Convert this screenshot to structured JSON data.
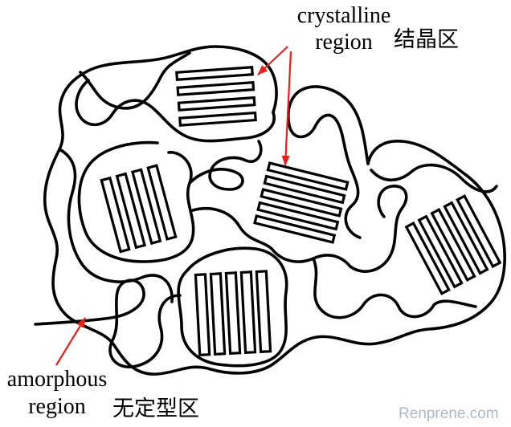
{
  "labels": {
    "crystalline": {
      "line1": "crystalline",
      "line2": "region",
      "chinese": "结晶区"
    },
    "amorphous": {
      "line1": "amorphous",
      "line2": "region",
      "chinese": "无定型区"
    }
  },
  "watermark": "Renprene.com",
  "colors": {
    "chain": "#000000",
    "arrow": "#e8201a",
    "watermark": "#a9b9cd",
    "background": "#ffffff"
  }
}
